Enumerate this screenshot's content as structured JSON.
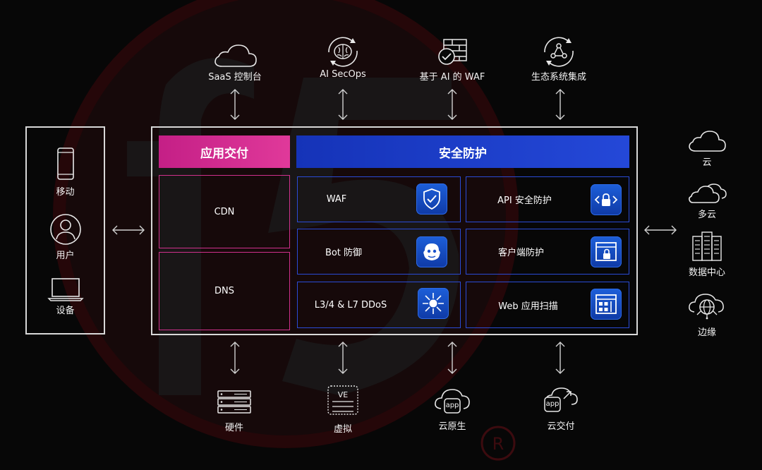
{
  "top_items": [
    {
      "label": "SaaS 控制台",
      "icon": "cloud-icon"
    },
    {
      "label": "AI SecOps",
      "icon": "brain-cycle-icon"
    },
    {
      "label": "基于 AI 的 WAF",
      "icon": "firewall-check-icon"
    },
    {
      "label": "生态系统集成",
      "icon": "ecosystem-nodes-icon"
    }
  ],
  "left_panel": [
    {
      "label": "移动",
      "icon": "mobile-phone-icon"
    },
    {
      "label": "用户",
      "icon": "user-icon"
    },
    {
      "label": "设备",
      "icon": "laptop-icon"
    }
  ],
  "center": {
    "app_delivery": {
      "title": "应用交付",
      "items": [
        "CDN",
        "DNS"
      ]
    },
    "security": {
      "title": "安全防护",
      "left_items": [
        {
          "label": "WAF",
          "icon": "shield-check-icon"
        },
        {
          "label": "Bot 防御",
          "icon": "bot-face-icon"
        },
        {
          "label": "L3/4 & L7 DDoS",
          "icon": "ddos-burst-icon"
        }
      ],
      "right_items": [
        {
          "label": "API 安全防护",
          "icon": "api-lock-icon"
        },
        {
          "label": "客户端防护",
          "icon": "browser-lock-icon"
        },
        {
          "label": "Web 应用扫描",
          "icon": "web-scan-icon"
        }
      ]
    }
  },
  "right_items": [
    {
      "label": "云",
      "icon": "cloud-icon"
    },
    {
      "label": "多云",
      "icon": "multi-cloud-icon"
    },
    {
      "label": "数据中心",
      "icon": "data-center-icon"
    },
    {
      "label": "边缘",
      "icon": "edge-globe-icon"
    }
  ],
  "bottom_items": [
    {
      "label": "硬件",
      "icon": "hardware-server-icon"
    },
    {
      "label": "虚拟",
      "icon": "virtual-ve-icon",
      "badge": "VE"
    },
    {
      "label": "云原生",
      "icon": "cloud-app-icon",
      "badge": "app"
    },
    {
      "label": "云交付",
      "icon": "cloud-app-delivery-icon",
      "badge": "app"
    }
  ],
  "colors": {
    "background": "#070707",
    "app_delivery_accent": "#d42a8f",
    "security_accent": "#1f3fd0",
    "tile_blue": "#1a52cc",
    "watermark_red": "#3a0c10"
  }
}
